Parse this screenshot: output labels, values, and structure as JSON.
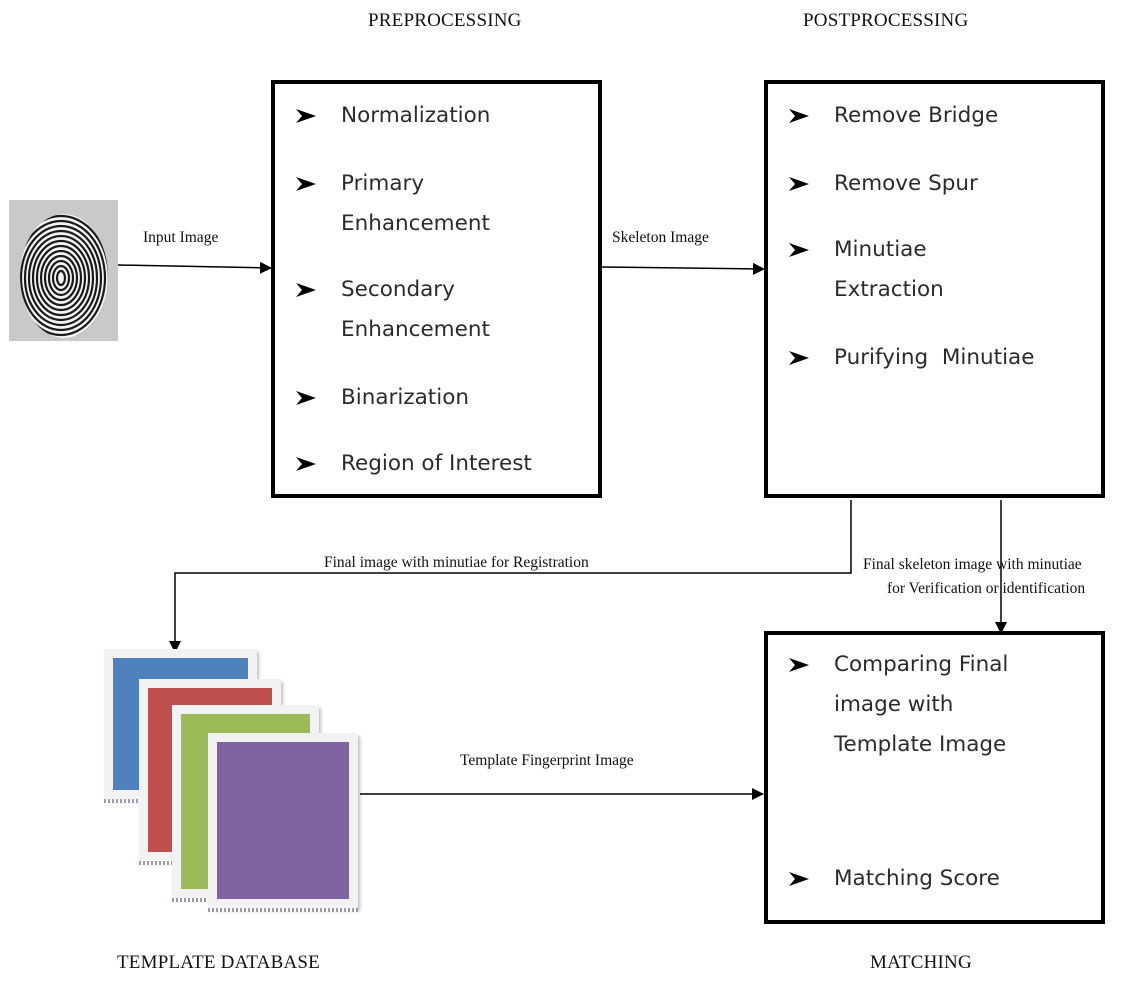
{
  "headings": {
    "preprocessing": "PREPROCESSING",
    "postprocessing": "POSTPROCESSING",
    "template_database": "TEMPLATE DATABASE",
    "matching": "MATCHING"
  },
  "edge_labels": {
    "input_image": "Input Image",
    "skeleton_image": "Skeleton Image",
    "registration": "Final image with minutiae for Registration",
    "verification_line1": "Final skeleton image with minutiae",
    "verification_line2": "for Verification or identification",
    "template_fingerprint": "Template Fingerprint Image"
  },
  "preprocessing_steps": [
    {
      "line1": "Normalization",
      "line2": ""
    },
    {
      "line1": "Primary",
      "line2": "Enhancement"
    },
    {
      "line1": "Secondary",
      "line2": "Enhancement"
    },
    {
      "line1": "Binarization",
      "line2": ""
    },
    {
      "line1": "Region of Interest",
      "line2": ""
    }
  ],
  "postprocessing_steps": [
    {
      "line1": "Remove Bridge",
      "line2": ""
    },
    {
      "line1": "Remove Spur",
      "line2": ""
    },
    {
      "line1": "Minutiae",
      "line2": "Extraction"
    },
    {
      "line1": "Purifying  Minutiae",
      "line2": ""
    }
  ],
  "matching_steps": [
    {
      "line1": "Comparing Final",
      "line2": "image with",
      "line3": "Template Image"
    },
    {
      "line1": "Matching Score",
      "line2": "",
      "line3": ""
    }
  ],
  "template_card_colors": [
    "#4f81bd",
    "#c0504d",
    "#9bbb59",
    "#8064a2"
  ]
}
